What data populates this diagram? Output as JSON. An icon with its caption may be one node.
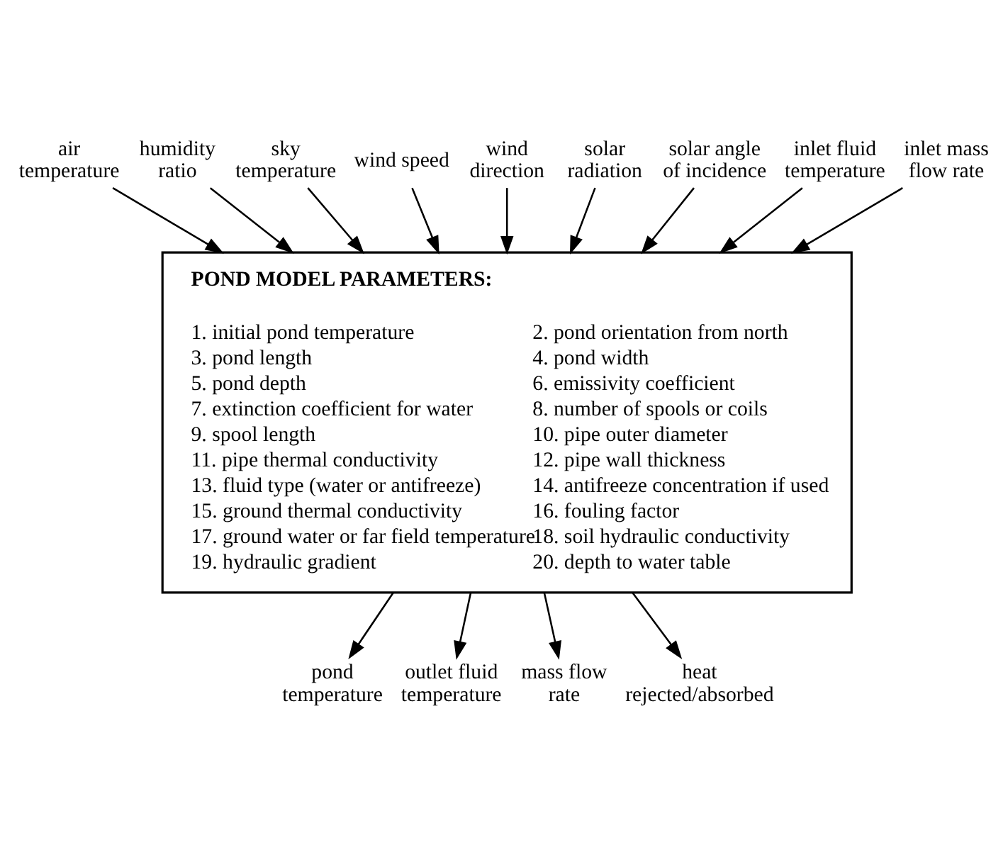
{
  "diagram": {
    "nodes": [
      {
        "text": [
          "air temperature"
        ]
      },
      {
        "text": [
          "humidity ratio"
        ]
      },
      {
        "text": [
          "sky temperature"
        ]
      },
      {
        "text": [
          "wind speed"
        ]
      },
      {
        "text": [
          "wind direction"
        ]
      },
      {
        "text": [
          "solar radiation"
        ]
      },
      {
        "text": [
          "solar angle of incidence"
        ]
      },
      {
        "text": [
          "inlet fluid temperature"
        ]
      },
      {
        "text": [
          "inlet mass flow rate"
        ]
      },
      {
        "text": [
          "POND MODEL PARAMETERS:",
          "1. initial pond temperature",
          "2. pond orientation from north",
          "3. pond length",
          "4. pond width",
          "5. pond depth",
          "6. emissivity coefficient",
          "7. extinction coefficient for water",
          "8. number of spools or coils",
          "9. spool length",
          "10. pipe outer diameter",
          "11. pipe thermal conductivity",
          "12. pipe wall thickness",
          "13. fluid type (water or antifreeze)",
          "14. antifreeze concentration if used",
          "15. ground thermal conductivity",
          "16. fouling factor",
          "17. ground water or far field temperature",
          "18. soil hydraulic conductivity",
          "19. hydraulic gradient",
          "20. depth to water table"
        ]
      },
      {
        "text": [
          "pond temperature"
        ]
      },
      {
        "text": [
          "outlet fluid temperature"
        ]
      },
      {
        "text": [
          "mass flow rate"
        ]
      },
      {
        "text": [
          "heat rejected/absorbed"
        ]
      }
    ],
    "edges": [
      {
        "from": 0,
        "to": 9,
        "arrow": "to"
      },
      {
        "from": 1,
        "to": 9,
        "arrow": "to"
      },
      {
        "from": 2,
        "to": 9,
        "arrow": "to"
      },
      {
        "from": 3,
        "to": 9,
        "arrow": "to"
      },
      {
        "from": 4,
        "to": 9,
        "arrow": "to"
      },
      {
        "from": 5,
        "to": 9,
        "arrow": "to"
      },
      {
        "from": 6,
        "to": 9,
        "arrow": "to"
      },
      {
        "from": 7,
        "to": 9,
        "arrow": "to"
      },
      {
        "from": 8,
        "to": 9,
        "arrow": "to"
      },
      {
        "from": 9,
        "to": 10,
        "arrow": "to"
      },
      {
        "from": 9,
        "to": 11,
        "arrow": "to"
      },
      {
        "from": 9,
        "to": 12,
        "arrow": "to"
      },
      {
        "from": 9,
        "to": 13,
        "arrow": "to"
      }
    ]
  }
}
